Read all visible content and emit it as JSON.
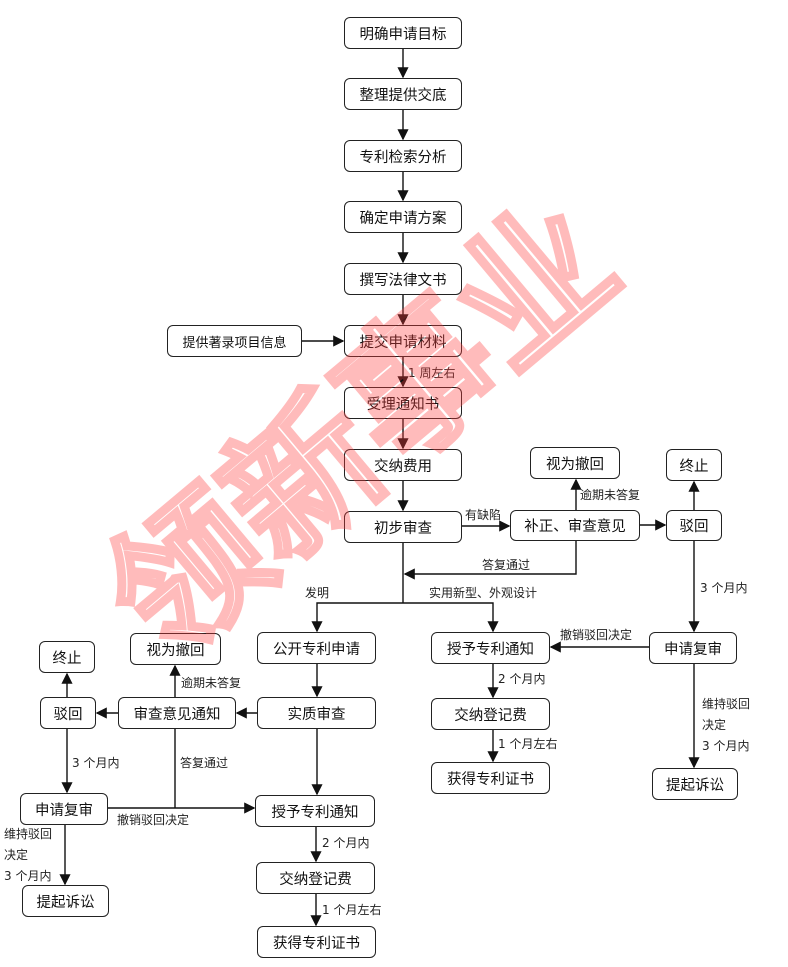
{
  "main": [
    "明确申请目标",
    "整理提供交底",
    "专利检索分析",
    "确定申请方案",
    "撰写法律文书",
    "提交申请材料",
    "受理通知书",
    "交纳费用",
    "初步审查"
  ],
  "side_input": "提供著录项目信息",
  "prelim": {
    "correction": "补正、审查意见",
    "withdrawn": "视为撤回",
    "reject": "驳回",
    "terminate": "终止"
  },
  "right": {
    "grant": "授予专利通知",
    "fee": "交纳登记费",
    "cert": "获得专利证书",
    "review": "申请复审",
    "lawsuit": "提起诉讼"
  },
  "left": {
    "publish": "公开专利申请",
    "substantive": "实质审查",
    "opinion": "审查意见通知",
    "withdrawn": "视为撤回",
    "reject": "驳回",
    "terminate": "终止",
    "review": "申请复审",
    "lawsuit": "提起诉讼",
    "grant": "授予专利通知",
    "fee": "交纳登记费",
    "cert": "获得专利证书"
  },
  "labels": {
    "one_week": "1 周左右",
    "defect": "有缺陷",
    "overdue": "逾期未答复",
    "reply_pass": "答复通过",
    "invention": "发明",
    "utility_design": "实用新型、外观设计",
    "three_months": "3 个月内",
    "revoke_reject": "撤销驳回决定",
    "two_months": "2 个月内",
    "one_month": "1 个月左右",
    "maintain_reject_1": "维持驳回",
    "maintain_reject_2": "决定"
  },
  "watermark": "领新事业",
  "colors": {
    "watermark": "#ff3b3b",
    "line": "#111111"
  }
}
